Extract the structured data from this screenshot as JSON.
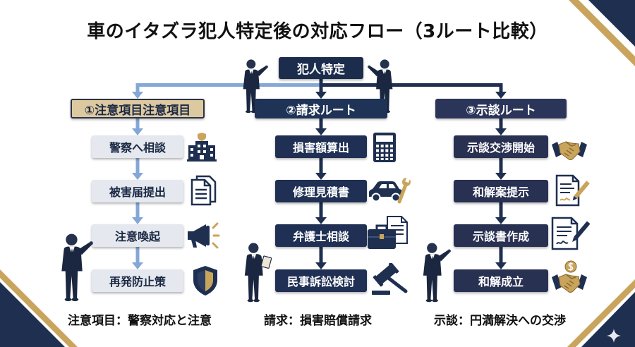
{
  "title": "車のイタズラ犯人特定後の対応フロー（3ルート比較）",
  "root": {
    "label": "犯人特定"
  },
  "routes": [
    {
      "header": "①注意項目注意項目",
      "steps": [
        "警察へ相談",
        "被害届提出",
        "注意喚起",
        "再発防止策"
      ],
      "icons": [
        "police-station-icon",
        "document-icon",
        "megaphone-icon",
        "shield-icon"
      ],
      "caption": "注意項目：警察対応と注意"
    },
    {
      "header": "②請求ルート",
      "steps": [
        "損害額算出",
        "修理見積書",
        "弁護士相談",
        "民事訴訟検討"
      ],
      "icons": [
        "calculator-icon",
        "car-repair-icon",
        "briefcase-documents-icon",
        "gavel-icon"
      ],
      "caption": "請求：損害賠償請求"
    },
    {
      "header": "③示談ルート",
      "steps": [
        "示談交渉開始",
        "和解案提示",
        "示談書作成",
        "和解成立"
      ],
      "icons": [
        "handshake-icon",
        "document-pen-icon",
        "contract-pen-icon",
        "handshake-coin-icon"
      ],
      "caption": "示談：円満解決への交渉"
    }
  ],
  "colors": {
    "navy": "#1e2f50",
    "navy_alt": "#293152",
    "gold": "#c9a45c",
    "beige": "#dcc9a0",
    "light_blue": "#84a8d6",
    "step_light": "#e5e8ee"
  }
}
